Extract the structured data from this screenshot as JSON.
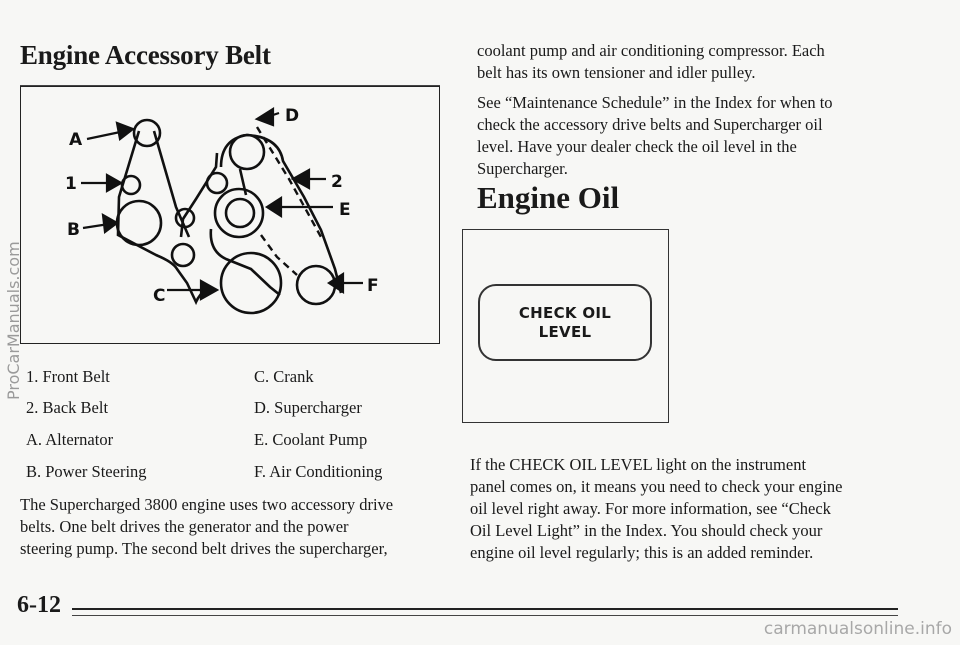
{
  "left": {
    "heading": "Engine Accessory Belt",
    "diagram_labels": {
      "A": "A",
      "B": "B",
      "C": "C",
      "D": "D",
      "E": "E",
      "F": "F",
      "one": "1",
      "two": "2"
    },
    "legend": [
      {
        "left": "1. Front Belt",
        "right": "C. Crank"
      },
      {
        "left": "2. Back Belt",
        "right": "D. Supercharger"
      },
      {
        "left": "A. Alternator",
        "right": "E. Coolant Pump"
      },
      {
        "left": "B. Power Steering",
        "right": "F. Air Conditioning"
      }
    ],
    "paragraph_lines": [
      "The Supercharged 3800 engine uses two accessory drive",
      "belts. One belt drives the generator and the power",
      "steering pump. The second belt drives the supercharger,"
    ]
  },
  "right": {
    "intro_lines": [
      "coolant pump and air conditioning compressor. Each",
      "belt has its own tensioner and idler pulley."
    ],
    "see_lines": [
      "See “Maintenance Schedule” in the Index for when to",
      "check the accessory drive belts and Supercharger oil",
      "level. Have your dealer check the oil level in the",
      "Supercharger."
    ],
    "heading": "Engine Oil",
    "indicator": {
      "line1": "CHECK OIL",
      "line2": "LEVEL"
    },
    "body_lines": [
      "If the CHECK OIL LEVEL light on the instrument",
      "panel comes on, it means you need to check your engine",
      "oil level right away. For more information, see “Check",
      "Oil Level Light” in the Index. You should check your",
      "engine oil level regularly; this is an added reminder."
    ]
  },
  "footer": {
    "page_number": "6-12"
  },
  "watermarks": {
    "left": "ProCarManuals.com",
    "bottom": "carmanualsonline.info"
  }
}
